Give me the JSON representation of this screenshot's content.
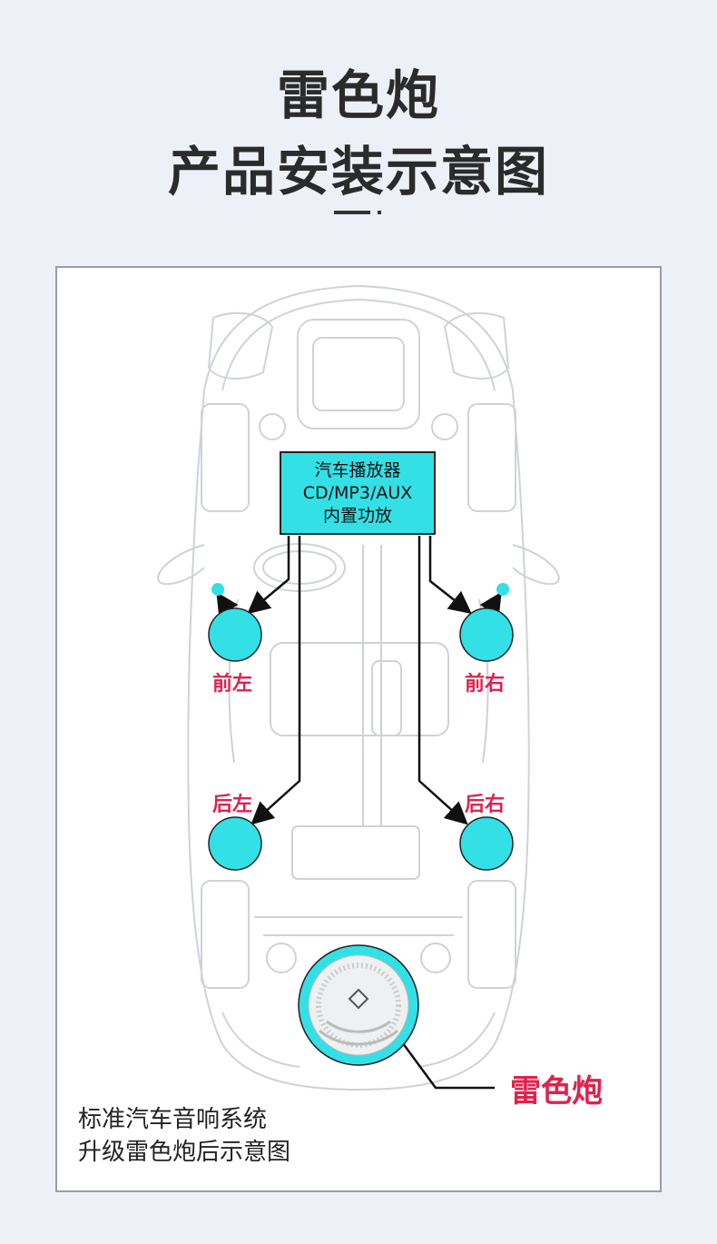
{
  "header": {
    "title_line1": "雷色炮",
    "title_line2": "产品安装示意图"
  },
  "player_box": {
    "line1": "汽车播放器",
    "line2": "CD/MP3/AUX",
    "line3": "内置功放",
    "color": "#33e0e6"
  },
  "speakers": {
    "front_left": "前左",
    "front_right": "前右",
    "rear_left": "后左",
    "rear_right": "后右"
  },
  "subwoofer_label": "雷色炮",
  "caption": {
    "line1": "标准汽车音响系统",
    "line2": "升级雷色炮后示意图"
  },
  "colors": {
    "speaker": "#33e0e6",
    "label": "#e0224e"
  }
}
